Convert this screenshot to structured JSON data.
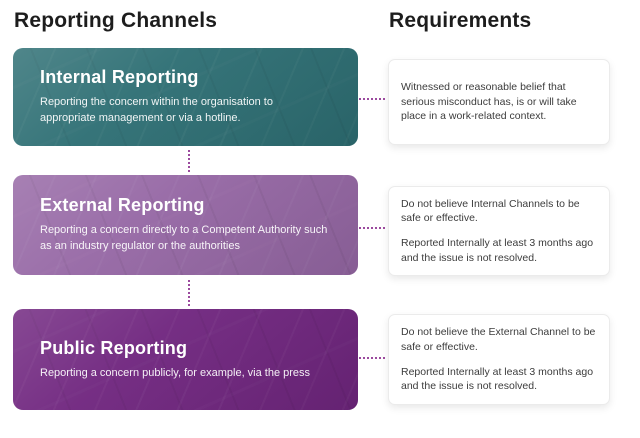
{
  "titles": {
    "left": "Reporting Channels",
    "right": "Requirements"
  },
  "channels": [
    {
      "name": "Internal Reporting",
      "description": "Reporting the concern within the organisation to appropriate management or via a hotline."
    },
    {
      "name": "External Reporting",
      "description": "Reporting a concern directly to a Competent Authority such as an industry regulator or the authorities"
    },
    {
      "name": "Public Reporting",
      "description": "Reporting a concern publicly, for example, via the press"
    }
  ],
  "requirements": [
    {
      "paragraphs": [
        "Witnessed or reasonable belief that serious misconduct has, is or will take place in a work-related context."
      ]
    },
    {
      "paragraphs": [
        "Do not believe Internal Channels to be safe or effective.",
        "Reported Internally at least 3 months ago and the issue is not resolved."
      ]
    },
    {
      "paragraphs": [
        "Do not believe the External Channel to be safe or effective.",
        "Reported Internally at least 3 months ago and the issue is not resolved."
      ]
    }
  ],
  "colors": {
    "internal_box": "#2E6F74",
    "external_box": "#9668A5",
    "public_box": "#70267F",
    "connector": "#9B4A9E",
    "heading_text": "#1D1D1D",
    "card_text": "#3C3C3C"
  }
}
